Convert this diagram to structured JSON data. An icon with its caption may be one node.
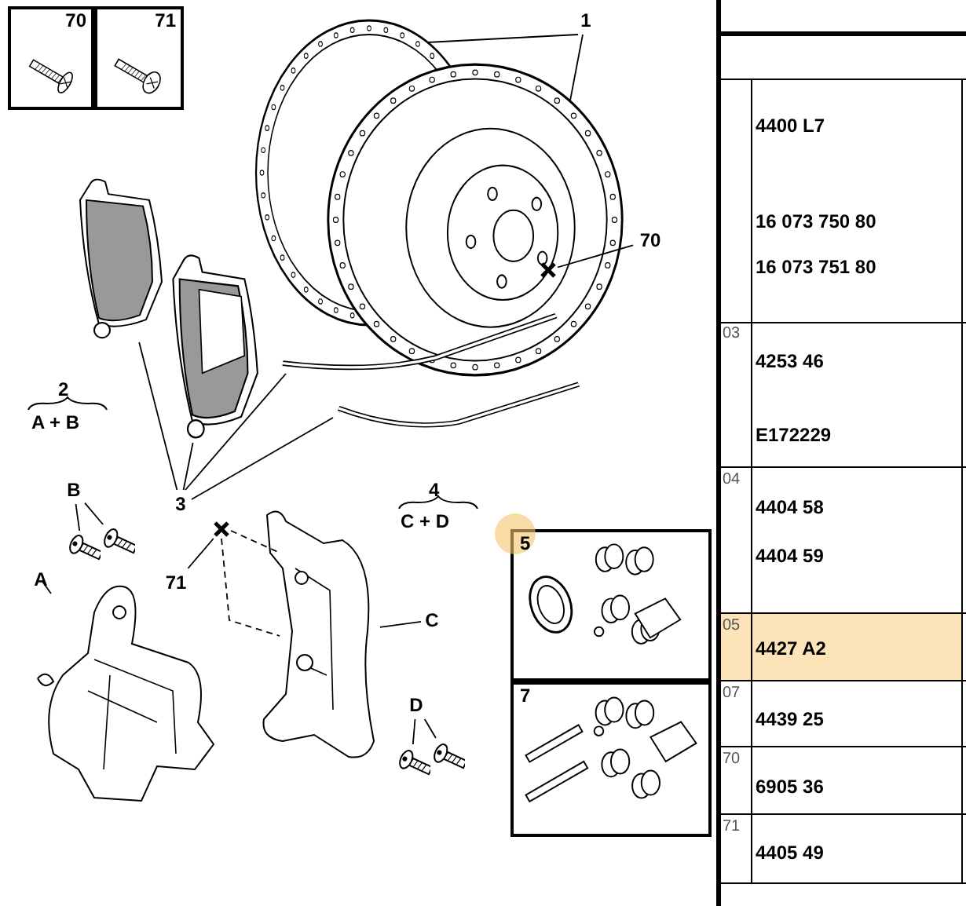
{
  "diagram": {
    "nodes": [
      {
        "text": [
          "70"
        ]
      },
      {
        "text": [
          "71"
        ]
      },
      {
        "text": [
          "1"
        ]
      },
      {
        "text": [],
        "shape": "picture"
      },
      {
        "text": [],
        "shape": "picture"
      },
      {
        "text": [
          "70"
        ]
      },
      {
        "text": [],
        "shape": "cross",
        "in": 4
      },
      {
        "text": [],
        "shape": "picture"
      },
      {
        "text": [],
        "shape": "picture"
      },
      {
        "text": [],
        "shape": "picture"
      },
      {
        "text": [],
        "shape": "picture"
      },
      {
        "text": [
          "3"
        ]
      },
      {
        "text": [
          "B"
        ]
      },
      {
        "text": [],
        "shape": "bolt"
      },
      {
        "text": [],
        "shape": "bolt"
      },
      {
        "text": [
          "A"
        ]
      },
      {
        "text": [],
        "shape": "picture"
      },
      {
        "text": [
          "71"
        ]
      },
      {
        "text": [],
        "shape": "cross"
      },
      {
        "text": [],
        "shape": "picture"
      },
      {
        "text": [
          "C"
        ]
      },
      {
        "text": [
          "D"
        ]
      },
      {
        "text": [],
        "shape": "bolt"
      },
      {
        "text": [],
        "shape": "bolt"
      },
      {
        "text": [
          "5"
        ]
      },
      {
        "text": [
          "7"
        ]
      }
    ],
    "edges": [
      {
        "from": 2,
        "to": 3,
        "arrow": "none"
      },
      {
        "from": 2,
        "to": 4,
        "arrow": "none"
      },
      {
        "from": 5,
        "to": 6,
        "arrow": "none"
      },
      {
        "from": 11,
        "to": 7,
        "arrow": "none"
      },
      {
        "from": 11,
        "to": 8,
        "arrow": "none"
      },
      {
        "from": 11,
        "to": 9,
        "arrow": "none"
      },
      {
        "from": 11,
        "to": 10,
        "arrow": "none"
      },
      {
        "from": 12,
        "to": 13,
        "arrow": "none"
      },
      {
        "from": 12,
        "to": 14,
        "arrow": "none"
      },
      {
        "from": 15,
        "to": 16,
        "arrow": "none"
      },
      {
        "from": 17,
        "to": 18,
        "arrow": "none"
      },
      {
        "from": 20,
        "to": 19,
        "arrow": "none"
      },
      {
        "from": 21,
        "to": 22,
        "arrow": "none"
      },
      {
        "from": 21,
        "to": 23,
        "arrow": "none"
      },
      {
        "from": 18,
        "to": 19,
        "arrow": "none",
        "style": "dashed"
      },
      {
        "from": 18,
        "to": 19,
        "arrow": "none",
        "style": "dashed"
      }
    ],
    "labels": [
      "2",
      "A + B",
      "4",
      "C + D",
      "4400 L7",
      "16 073 750 80",
      "16 073 751 80",
      "03",
      "4253 46",
      "E172229",
      "04",
      "4404 58",
      "4404 59",
      "05",
      "4427 A2",
      "07",
      "4439 25",
      "70",
      "6905 36",
      "71",
      "4405 49"
    ]
  }
}
